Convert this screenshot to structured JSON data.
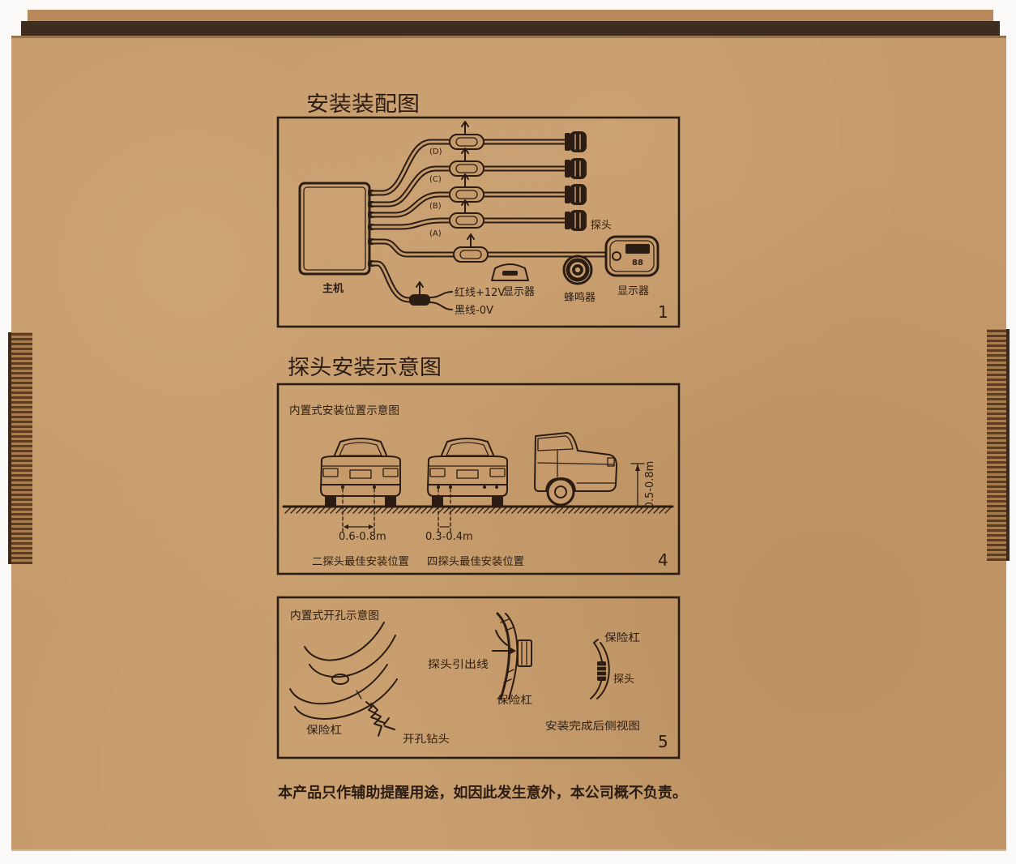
{
  "colors": {
    "background": "#fbfaf8",
    "cardboard": "#c69a6a",
    "ink": "#2b1d13",
    "flap_interior": "#3e2c1f",
    "flap_edge": "#b8895a"
  },
  "assembly": {
    "title": "安装装配图",
    "panel_number": "1",
    "channels": [
      "(D)",
      "(C)",
      "(B)",
      "(A)"
    ],
    "probe_label": "探头",
    "main_unit_label": "主机",
    "red_wire_label": "红线+12V",
    "black_wire_label": "黑线-0V",
    "small_display_label": "显示器",
    "buzzer_label": "蜂鸣器",
    "display_label": "显示器",
    "display_readout": "88"
  },
  "probe_install": {
    "title": "探头安装示意图",
    "subtitle": "内置式安装位置示意图",
    "two_probe_spacing": "0.6-0.8m",
    "four_probe_spacing": "0.3-0.4m",
    "mount_height": "0.5-0.8m",
    "two_probe_caption": "二探头最佳安装位置",
    "four_probe_caption": "四探头最佳安装位置",
    "panel_number": "4"
  },
  "drilling": {
    "subtitle": "内置式开孔示意图",
    "bumper_label": "保险杠",
    "drill_label": "开孔钻头",
    "lead_wire_label": "探头引出线",
    "section_bumper_label": "保险杠",
    "side_bumper_label": "保险杠",
    "side_probe_label": "探头",
    "side_view_caption": "安装完成后侧视图",
    "panel_number": "5"
  },
  "disclaimer": "本产品只作辅助提醒用途，如因此发生意外，本公司概不负责。"
}
